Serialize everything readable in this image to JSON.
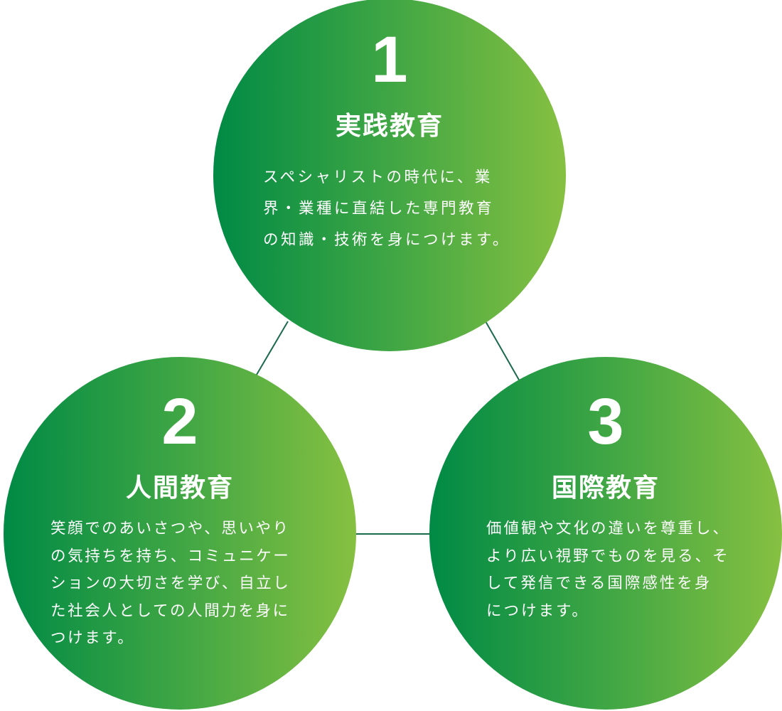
{
  "colors": {
    "gradient_start": "#008a45",
    "gradient_end": "#86c041",
    "connector": "#1b6a4c"
  },
  "items": [
    {
      "number": "1",
      "title": "実践教育",
      "lines": [
        "スペシャリストの時代に、業",
        "界・業種に直結した専門教育",
        "の知識・技術を身につけます。"
      ]
    },
    {
      "number": "2",
      "title": "人間教育",
      "lines": [
        "笑顔でのあいさつや、思いやり",
        "の気持ちを持ち、コミュニケー",
        "ションの大切さを学び、自立し",
        "た社会人としての人間力を身に",
        "つけます。"
      ]
    },
    {
      "number": "3",
      "title": "国際教育",
      "lines": [
        "価値観や文化の違いを尊重し、",
        "より広い視野でものを見る、そ",
        "して発信できる国際感性を身",
        "につけます。"
      ]
    }
  ]
}
